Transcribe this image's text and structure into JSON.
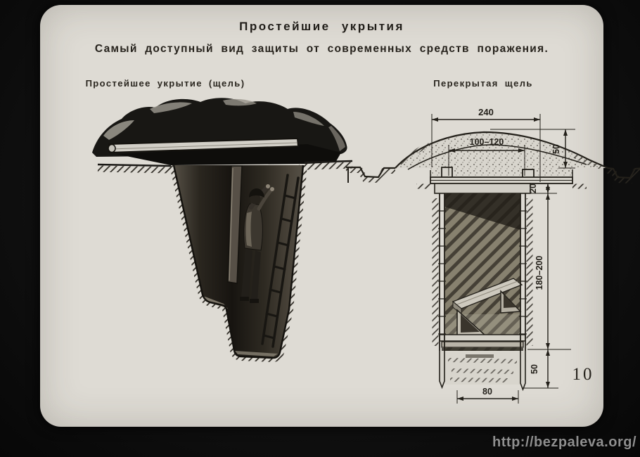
{
  "frame": {
    "watermark": "http://bezpaleva.org/"
  },
  "slide": {
    "title": "Простейшие укрытия",
    "subtitle": "Самый доступный вид защиты от современных средств поражения.",
    "page_number": "10",
    "figures": {
      "left": {
        "caption": "Простейшее укрытие (щель)"
      },
      "right": {
        "caption": "Перекрытая щель",
        "dimensions": {
          "overall_width": "240",
          "cover_span": "100–120",
          "mound_height": "50",
          "frame_depth": "20",
          "trench_depth": "180–200",
          "sub_floor_depth": "50",
          "bottom_width": "80"
        }
      }
    }
  },
  "colors": {
    "film_border": "#0c0c0c",
    "slide_background": "#dedbd4",
    "ink": "#23201a",
    "watermark_text": "#8f8f8f"
  }
}
